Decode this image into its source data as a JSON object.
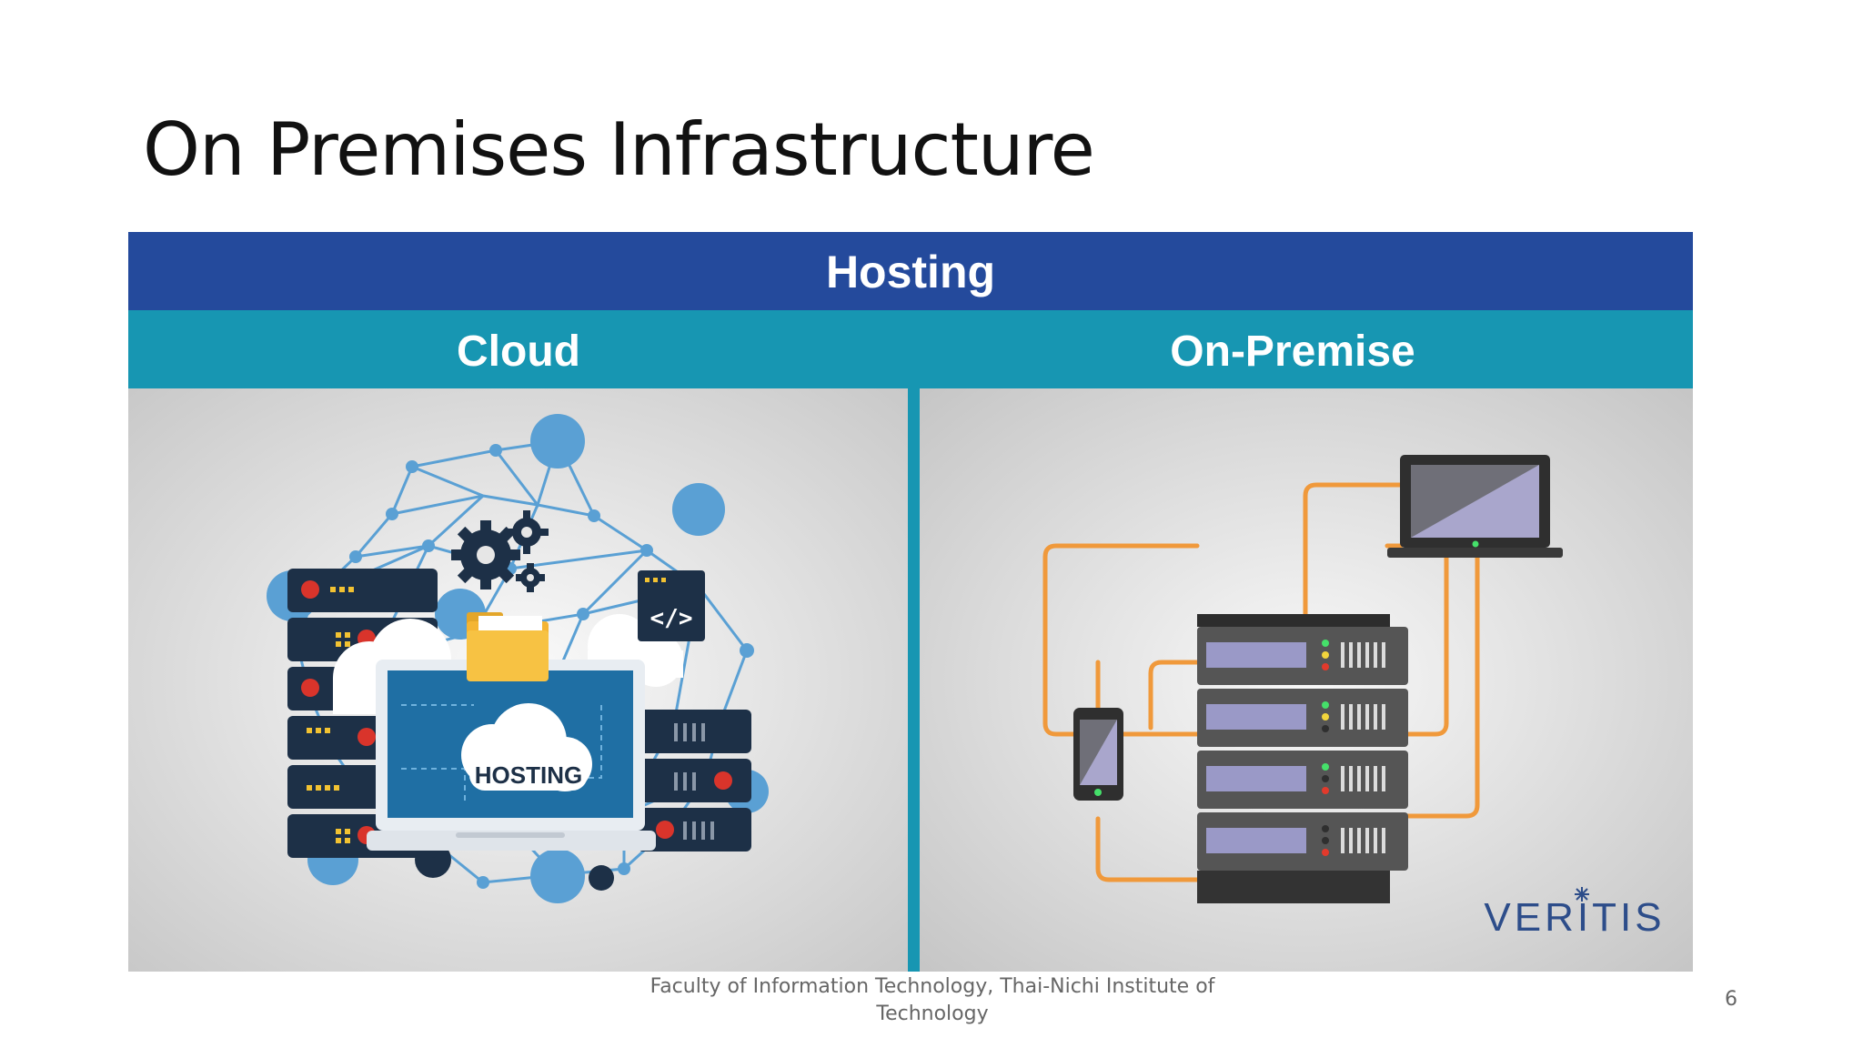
{
  "slide": {
    "title": "On Premises Infrastructure",
    "footer": "Faculty of Information Technology, Thai-Nichi Institute of Technology",
    "page_number": "6"
  },
  "figure": {
    "header": "Hosting",
    "left_label": "Cloud",
    "right_label": "On-Premise",
    "cloud_badge": "HOSTING",
    "code_badge": "</>",
    "logo": "VERITIS",
    "colors": {
      "header_bg": "#244a9c",
      "subheader_bg": "#1796b2",
      "network": "#5aa0d4",
      "server": "#1d3047",
      "cable": "#f0993b",
      "rack": "#4d4d4d",
      "logo": "#2d4d8a"
    }
  }
}
